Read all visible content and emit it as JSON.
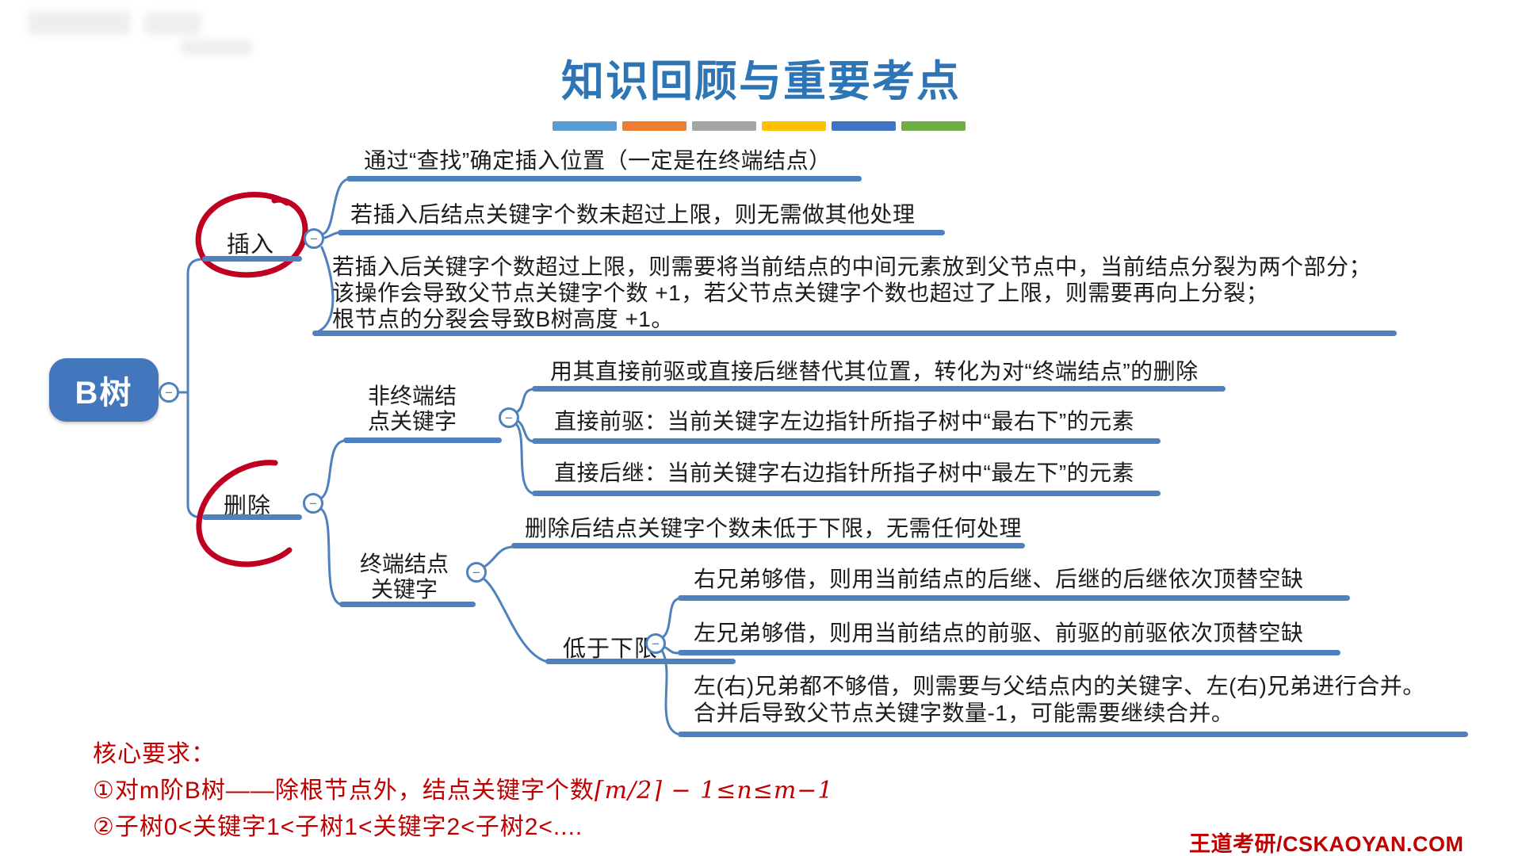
{
  "header": {
    "title": "知识回顾与重要考点",
    "accent_bars": [
      "#5B9BD5",
      "#ED7D31",
      "#A5A5A5",
      "#FFC000",
      "#4472C4",
      "#70AD47"
    ]
  },
  "icons": {
    "collapse": "−"
  },
  "colors": {
    "title_blue": "#2E75B6",
    "branch_blue": "#4E81BD",
    "node_blue": "#4377BD",
    "annotation_red": "#C00021",
    "footer_red": "#C00000"
  },
  "mindmap": {
    "root_label": "B树",
    "insert": {
      "label": "插入",
      "leaf1": "通过“查找”确定插入位置（一定是在终端结点）",
      "leaf2": "若插入后结点关键字个数未超过上限，则无需做其他处理",
      "leaf3": "若插入后关键字个数超过上限，则需要将当前结点的中间元素放到父节点中，当前结点分裂为两个部分；\n该操作会导致父节点关键字个数 +1，若父节点关键字个数也超过了上限，则需要再向上分裂；\n根节点的分裂会导致B树高度 +1。"
    },
    "delete": {
      "label": "删除",
      "nonterminal": {
        "label": "非终端结\n点关键字",
        "leaf1": "用其直接前驱或直接后继替代其位置，转化为对“终端结点”的删除",
        "leaf2": "直接前驱：当前关键字左边指针所指子树中“最右下”的元素",
        "leaf3": "直接后继：当前关键字右边指针所指子树中“最左下”的元素"
      },
      "terminal": {
        "label": "终端结点\n关键字",
        "leaf1": "删除后结点关键字个数未低于下限，无需任何处理",
        "below_limit": {
          "label": "低于下限",
          "leaf1": "右兄弟够借，则用当前结点的后继、后继的后继依次顶替空缺",
          "leaf2": "左兄弟够借，则用当前结点的前驱、前驱的前驱依次顶替空缺",
          "leaf3": "左(右)兄弟都不够借，则需要与父结点内的关键字、左(右)兄弟进行合并。\n合并后导致父节点关键字数量-1，可能需要继续合并。"
        }
      }
    }
  },
  "footer": {
    "core_title": "核心要求：",
    "rule1_prefix": "①对m阶B树——除根节点外，结点关键字个数",
    "rule1_math": "⌈m/2⌉ − 1≤n≤m−1",
    "rule2": "②子树0<关键字1<子树1<关键字2<子树2<....",
    "brand": "王道考研/CSKAOYAN.COM"
  }
}
